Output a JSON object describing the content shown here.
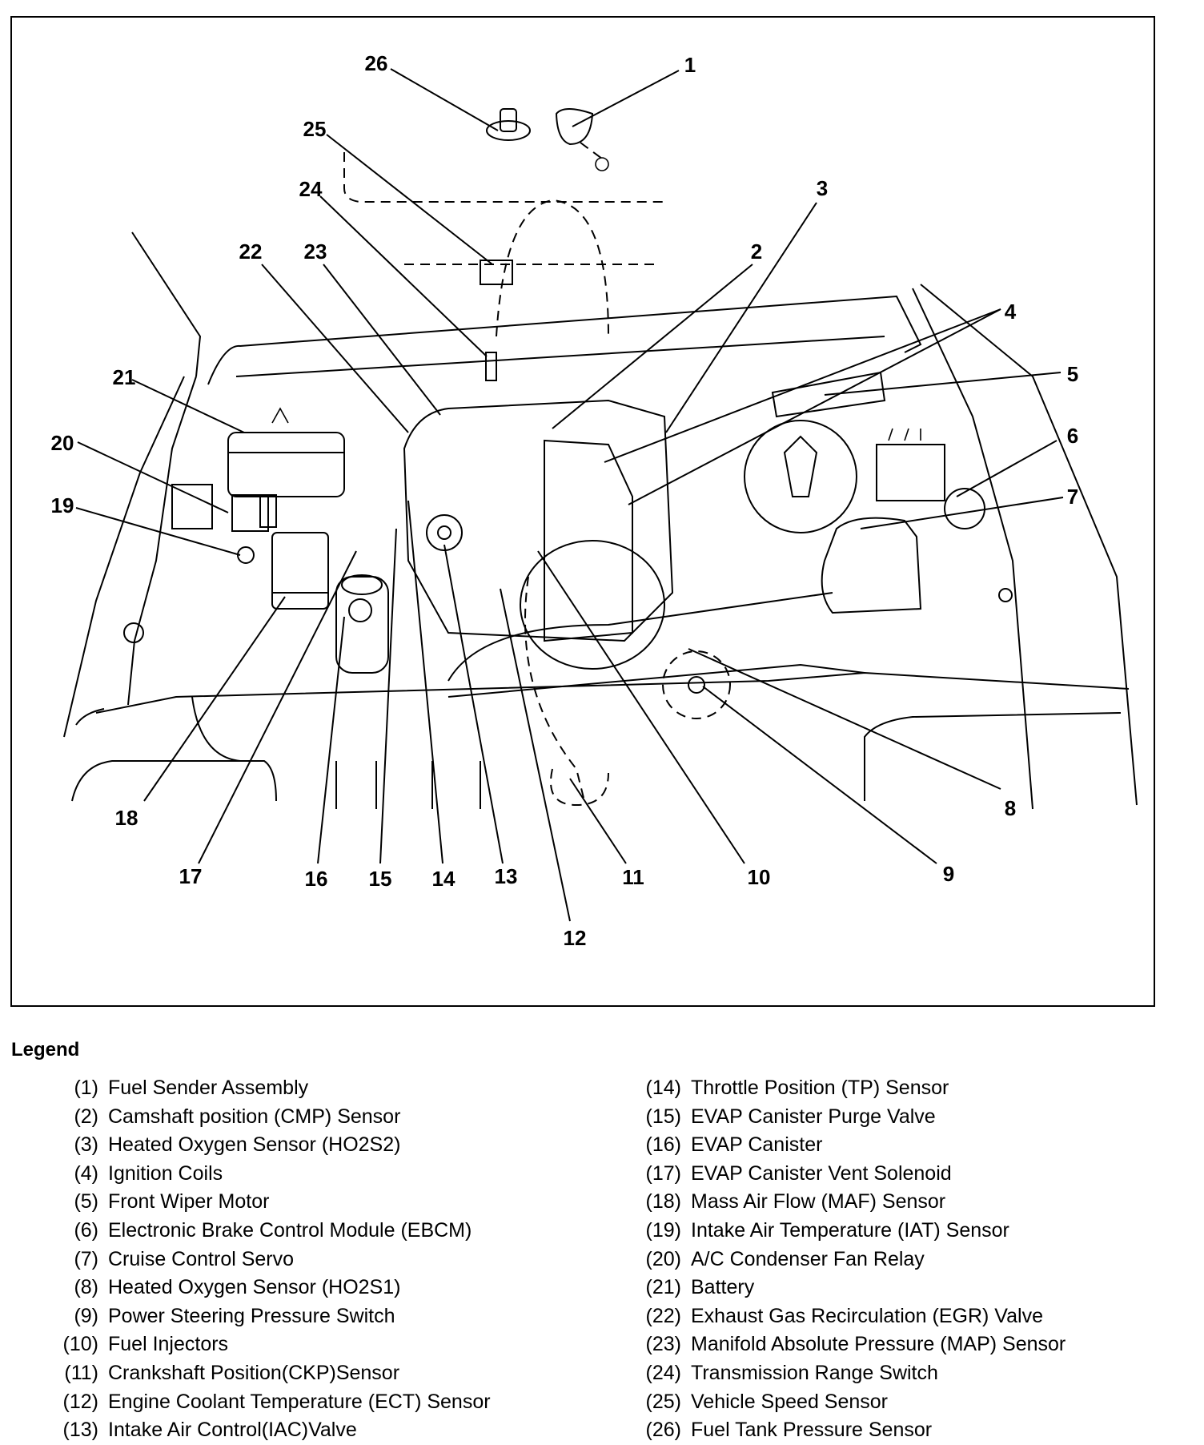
{
  "legend": {
    "title": "Legend",
    "items": [
      {
        "num": "1",
        "code": "(1)",
        "label": "Fuel Sender Assembly"
      },
      {
        "num": "2",
        "code": "(2)",
        "label": "Camshaft position (CMP) Sensor"
      },
      {
        "num": "3",
        "code": "(3)",
        "label": "Heated Oxygen Sensor (HO2S2)"
      },
      {
        "num": "4",
        "code": "(4)",
        "label": "Ignition Coils"
      },
      {
        "num": "5",
        "code": "(5)",
        "label": "Front Wiper Motor"
      },
      {
        "num": "6",
        "code": "(6)",
        "label": "Electronic Brake Control Module (EBCM)"
      },
      {
        "num": "7",
        "code": "(7)",
        "label": "Cruise Control Servo"
      },
      {
        "num": "8",
        "code": "(8)",
        "label": "Heated Oxygen Sensor (HO2S1)"
      },
      {
        "num": "9",
        "code": "(9)",
        "label": "Power Steering Pressure Switch"
      },
      {
        "num": "10",
        "code": "(10)",
        "label": "Fuel Injectors"
      },
      {
        "num": "11",
        "code": "(11)",
        "label": "Crankshaft Position(CKP)Sensor"
      },
      {
        "num": "12",
        "code": "(12)",
        "label": "Engine Coolant Temperature (ECT) Sensor"
      },
      {
        "num": "13",
        "code": "(13)",
        "label": "Intake Air Control(IAC)Valve"
      },
      {
        "num": "14",
        "code": "(14)",
        "label": "Throttle Position (TP) Sensor"
      },
      {
        "num": "15",
        "code": "(15)",
        "label": "EVAP Canister Purge Valve"
      },
      {
        "num": "16",
        "code": "(16)",
        "label": "EVAP Canister"
      },
      {
        "num": "17",
        "code": "(17)",
        "label": "EVAP Canister Vent Solenoid"
      },
      {
        "num": "18",
        "code": "(18)",
        "label": "Mass Air Flow (MAF) Sensor"
      },
      {
        "num": "19",
        "code": "(19)",
        "label": "Intake Air Temperature (IAT) Sensor"
      },
      {
        "num": "20",
        "code": "(20)",
        "label": "A/C Condenser Fan Relay"
      },
      {
        "num": "21",
        "code": "(21)",
        "label": "Battery"
      },
      {
        "num": "22",
        "code": "(22)",
        "label": "Exhaust Gas Recirculation (EGR) Valve"
      },
      {
        "num": "23",
        "code": "(23)",
        "label": "Manifold Absolute Pressure (MAP) Sensor"
      },
      {
        "num": "24",
        "code": "(24)",
        "label": "Transmission Range Switch"
      },
      {
        "num": "25",
        "code": "(25)",
        "label": "Vehicle Speed Sensor"
      },
      {
        "num": "26",
        "code": "(26)",
        "label": "Fuel Tank Pressure Sensor"
      }
    ]
  }
}
